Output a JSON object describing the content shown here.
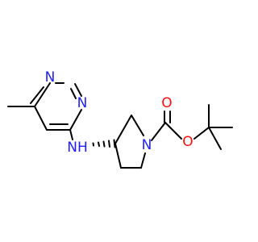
{
  "molecule": {
    "atoms": {
      "n_pyrimidine_top": "N",
      "n_pyrimidine_right": "N",
      "nh_amine": "NH",
      "n_pyrrolidine": "N",
      "o_carbonyl": "O",
      "o_ester": "O"
    }
  },
  "colors": {
    "bond": "#000000",
    "nitrogen": "#2020ff",
    "oxygen": "#ff0d0d",
    "background": "#ffffff"
  }
}
